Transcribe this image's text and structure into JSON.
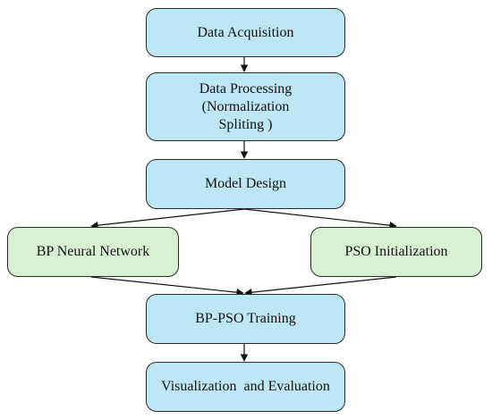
{
  "colors": {
    "process_fill": "#bde7f5",
    "branch_fill": "#d8f1d2",
    "border": "#2a2a2a",
    "arrow": "#111111"
  },
  "steps": {
    "acquisition": "Data Acquisition",
    "processing": [
      "Data Processing",
      "(Normalization",
      "Spliting )"
    ],
    "model_design": "Model Design",
    "bp_network": "BP Neural Network",
    "pso_init": "PSO Initialization",
    "training": "BP-PSO Training",
    "evaluation": "Visualization  and Evaluation"
  }
}
